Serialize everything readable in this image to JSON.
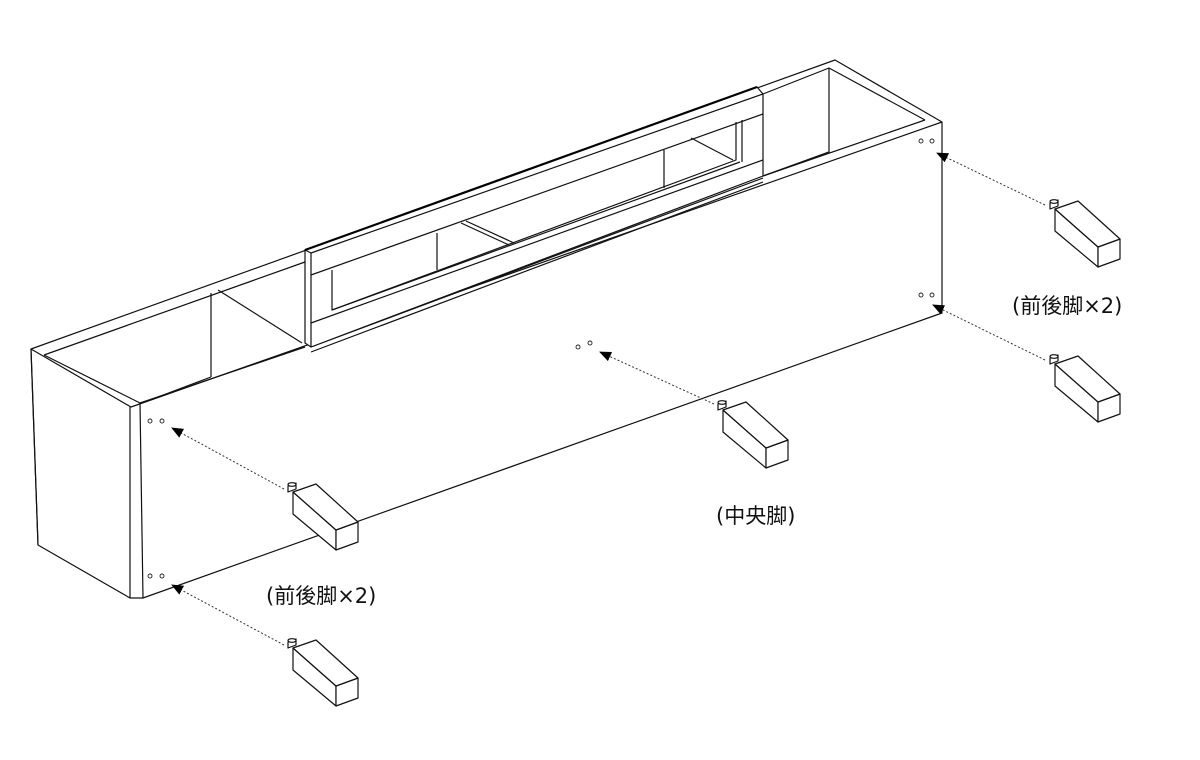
{
  "labels": {
    "front_back_legs_right": "(前後脚×2)",
    "front_back_legs_left": "(前後脚×2)",
    "center_leg": "(中央脚)"
  },
  "colors": {
    "line": "#111111",
    "background": "#ffffff"
  }
}
